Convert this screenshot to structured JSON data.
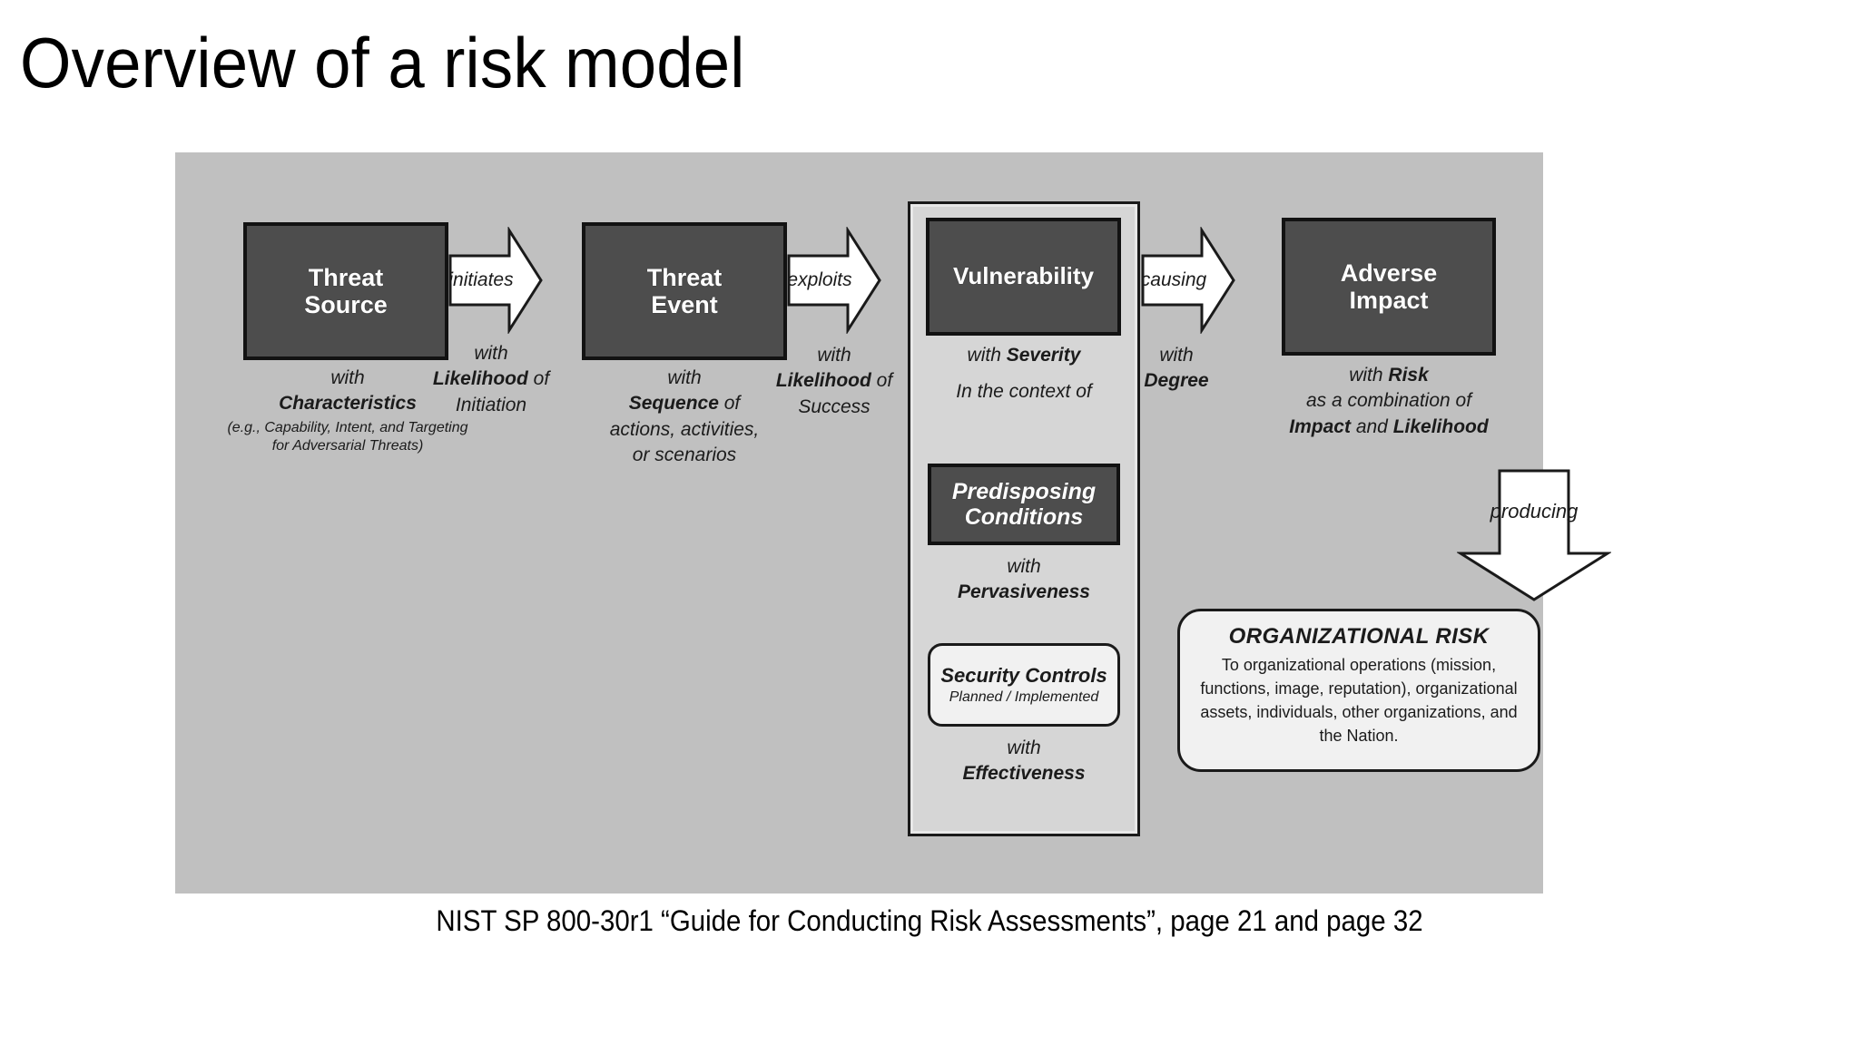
{
  "slide": {
    "title": "Overview of a risk model",
    "source_caption": "NIST SP 800-30r1 “Guide for Conducting Risk Assessments”, page 21 and page 32"
  },
  "colors": {
    "panel_background": "#c0c0c0",
    "dark_box_fill": "#4d4d4d",
    "dark_box_border": "#121212",
    "light_box_fill": "#f1f1f1",
    "vuln_panel_fill": "#d6d6d6",
    "text_dark": "#1b1b1b",
    "text_light": "#ffffff"
  },
  "diagram": {
    "nodes": {
      "threat_source": {
        "label_line1": "Threat",
        "label_line2": "Source",
        "caption_line1": "with",
        "caption_line2": "Characteristics",
        "caption_small": "(e.g., Capability, Intent, and Targeting for Adversarial Threats)"
      },
      "threat_event": {
        "label_line1": "Threat",
        "label_line2": "Event",
        "caption_line1": "with",
        "caption_line2_bold": "Sequence",
        "caption_line2_rest": " of",
        "caption_line3": "actions, activities,",
        "caption_line4": "or scenarios"
      },
      "vulnerability": {
        "label": "Vulnerability",
        "caption_with": "with ",
        "caption_bold": "Severity",
        "context_line": "In the context of",
        "predisposing_line1": "Predisposing",
        "predisposing_line2": "Conditions",
        "pervasiveness_with": "with",
        "pervasiveness_bold": "Pervasiveness",
        "security_controls_title": "Security Controls",
        "security_controls_sub": "Planned / Implemented",
        "effectiveness_with": "with",
        "effectiveness_bold": "Effectiveness"
      },
      "adverse_impact": {
        "label_line1": "Adverse",
        "label_line2": "Impact",
        "caption_line1_plain": "with ",
        "caption_line1_bold": "Risk",
        "caption_line2": "as a combination of",
        "caption_line3_bold_a": "Impact",
        "caption_line3_plain": " and ",
        "caption_line3_bold_b": "Likelihood"
      },
      "organizational_risk": {
        "title": "ORGANIZATIONAL RISK",
        "body": "To organizational operations (mission, functions, image, reputation), organizational assets, individuals, other organizations, and the Nation."
      }
    },
    "connectors": [
      {
        "id": "initiates",
        "label": "initiates",
        "direction": "right",
        "caption_line1": "with",
        "caption_line2_bold": "Likelihood",
        "caption_line2_rest": " of",
        "caption_line3": "Initiation"
      },
      {
        "id": "exploits",
        "label": "exploits",
        "direction": "right",
        "caption_line1": "with",
        "caption_line2_bold": "Likelihood",
        "caption_line2_rest": " of",
        "caption_line3": "Success"
      },
      {
        "id": "causing",
        "label": "causing",
        "direction": "right",
        "caption_line1": "with",
        "caption_line2_bold": "Degree",
        "caption_line2_rest": "",
        "caption_line3": ""
      },
      {
        "id": "producing",
        "label": "producing",
        "direction": "down",
        "caption_line1": "",
        "caption_line2_bold": "",
        "caption_line2_rest": "",
        "caption_line3": ""
      }
    ]
  }
}
